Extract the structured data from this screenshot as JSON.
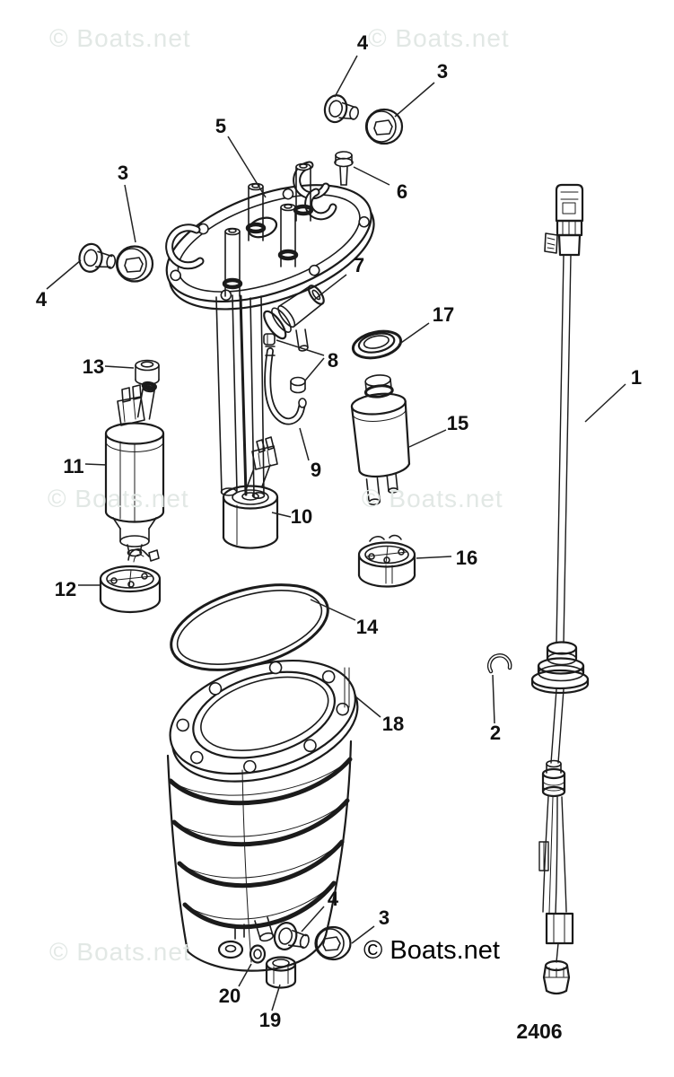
{
  "diagram": {
    "figure_number": "2406",
    "colors": {
      "line": "#1b1b1b",
      "label": "#111111",
      "watermark_light": "#e2e8e5",
      "watermark_dark": "#000000",
      "background": "#ffffff"
    },
    "watermarks": [
      {
        "id": "top-left",
        "text": "© Boats.net",
        "style": "light"
      },
      {
        "id": "top-right",
        "text": "© Boats.net",
        "style": "light"
      },
      {
        "id": "middle-left",
        "text": "© Boats.net",
        "style": "light"
      },
      {
        "id": "middle-right",
        "text": "© Boats.net",
        "style": "light"
      },
      {
        "id": "bottom-left",
        "text": "© Boats.net",
        "style": "light"
      },
      {
        "id": "bottom-center",
        "text": "© Boats.net",
        "style": "dark"
      }
    ],
    "callouts": [
      {
        "id": "callout-4-top",
        "label": "4"
      },
      {
        "id": "callout-3-top-right",
        "label": "3"
      },
      {
        "id": "callout-5",
        "label": "5"
      },
      {
        "id": "callout-6",
        "label": "6"
      },
      {
        "id": "callout-3-left",
        "label": "3"
      },
      {
        "id": "callout-4-left",
        "label": "4"
      },
      {
        "id": "callout-7",
        "label": "7"
      },
      {
        "id": "callout-17",
        "label": "17"
      },
      {
        "id": "callout-8",
        "label": "8"
      },
      {
        "id": "callout-13",
        "label": "13"
      },
      {
        "id": "callout-1",
        "label": "1"
      },
      {
        "id": "callout-15",
        "label": "15"
      },
      {
        "id": "callout-11",
        "label": "11"
      },
      {
        "id": "callout-9",
        "label": "9"
      },
      {
        "id": "callout-10",
        "label": "10"
      },
      {
        "id": "callout-16",
        "label": "16"
      },
      {
        "id": "callout-12",
        "label": "12"
      },
      {
        "id": "callout-14",
        "label": "14"
      },
      {
        "id": "callout-18",
        "label": "18"
      },
      {
        "id": "callout-2",
        "label": "2"
      },
      {
        "id": "callout-4-bottom",
        "label": "4"
      },
      {
        "id": "callout-3-bottom",
        "label": "3"
      },
      {
        "id": "callout-20",
        "label": "20"
      },
      {
        "id": "callout-19",
        "label": "19"
      }
    ]
  }
}
